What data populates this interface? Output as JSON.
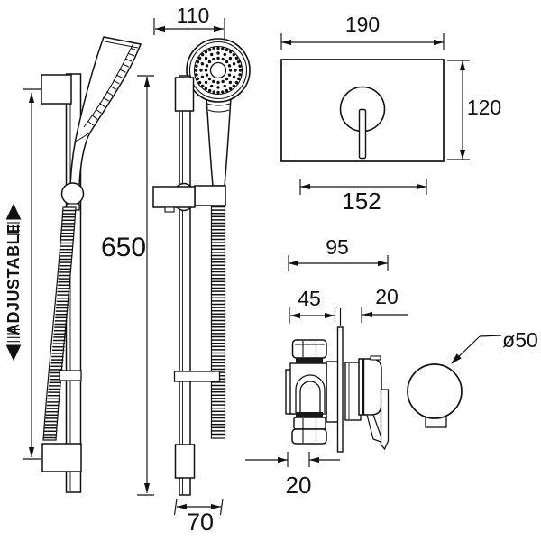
{
  "drawing": {
    "background": "#ffffff",
    "line_color": "#111111",
    "labels": {
      "adjustable": "ADJUSTABLE",
      "rail_head_width": "110",
      "rail_length": "650",
      "rail_base_width": "70",
      "plate_width": "190",
      "plate_height": "120",
      "plate_fixing_centers": "152",
      "valve_overall_depth": "95",
      "valve_rear_depth": "45",
      "valve_front_projection": "20",
      "valve_lower_offset": "20",
      "handle_diameter": "ø50"
    }
  }
}
